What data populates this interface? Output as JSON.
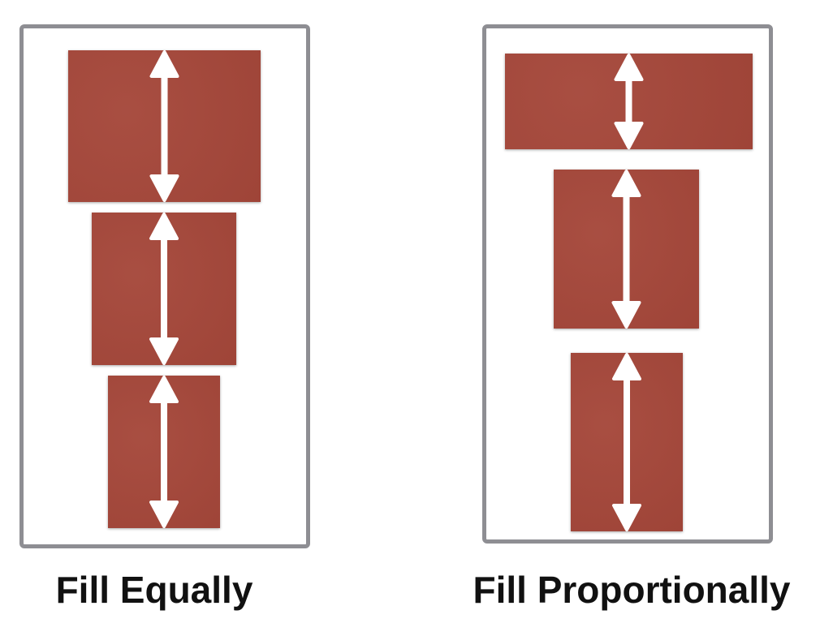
{
  "panels": [
    {
      "caption": "Fill Equally",
      "blocks": [
        "top",
        "middle",
        "bottom"
      ]
    },
    {
      "caption": "Fill Proportionally",
      "blocks": [
        "top",
        "middle",
        "bottom"
      ]
    }
  ],
  "colors": {
    "block": "#a5473a",
    "frame": "#8e8e93",
    "arrow": "#ffffff"
  },
  "icons": {
    "block_icon": "double-headed-vertical-arrow-icon"
  }
}
